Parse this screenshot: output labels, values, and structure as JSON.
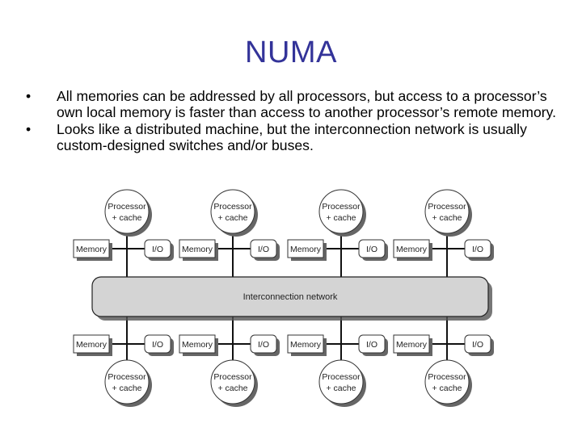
{
  "slide": {
    "title": "NUMA",
    "title_color": "#333399",
    "bullets": [
      {
        "marker": "•",
        "text": "All memories can be addressed by all processors, but access to a processor’s own local memory is faster than access to another processor’s remote memory."
      },
      {
        "marker": "•",
        "text": "Looks like a distributed machine, but the interconnection network is usually custom-designed switches and/or buses."
      }
    ]
  },
  "diagram": {
    "network_label": "Interconnection network",
    "network_fill": "#d4d4d4",
    "processor_label_line1": "Processor",
    "processor_label_line2": "+ cache",
    "memory_label": "Memory",
    "io_label": "I/O",
    "top_nodes": [
      {
        "processor": [
          "Processor",
          "+ cache"
        ],
        "memory": "Memory",
        "io": "I/O"
      },
      {
        "processor": [
          "Processor",
          "+ cache"
        ],
        "memory": "Memory",
        "io": "I/O"
      },
      {
        "processor": [
          "Processor",
          "+ cache"
        ],
        "memory": "Memory",
        "io": "I/O"
      },
      {
        "processor": [
          "Processor",
          "+ cache"
        ],
        "memory": "Memory",
        "io": "I/O"
      }
    ],
    "bottom_nodes": [
      {
        "processor": [
          "Processor",
          "+ cache"
        ],
        "memory": "Memory",
        "io": "I/O"
      },
      {
        "processor": [
          "Processor",
          "+ cache"
        ],
        "memory": "Memory",
        "io": "I/O"
      },
      {
        "processor": [
          "Processor",
          "+ cache"
        ],
        "memory": "Memory",
        "io": "I/O"
      },
      {
        "processor": [
          "Processor",
          "+ cache"
        ],
        "memory": "Memory",
        "io": "I/O"
      }
    ]
  }
}
